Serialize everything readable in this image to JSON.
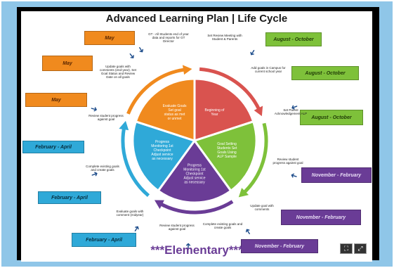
{
  "title": "Advanced Learning Plan | Life Cycle",
  "footer": "***Elementary***",
  "colors": {
    "frame": "#8fc6e8",
    "red": "#d9534f",
    "green": "#7ec13a",
    "purple": "#6a3c96",
    "cyan": "#2fa9d8",
    "orange": "#f08a1e"
  },
  "segments": [
    {
      "label": "Beginning of Year"
    },
    {
      "label": "Goal Setting Students Set Goals Using ALP Sample"
    },
    {
      "label": "Progress Monitoring 1st Checkpoint Adjust service as necessary"
    },
    {
      "label": "Progress Monitoring 1st Checkpoint Adjust service as necessary"
    },
    {
      "label": "Evaluate Goals Set goal status as met or unmet"
    }
  ],
  "boxes": [
    {
      "label": "May"
    },
    {
      "label": "May"
    },
    {
      "label": "May"
    },
    {
      "label": "February - April"
    },
    {
      "label": "February - April"
    },
    {
      "label": "February - April"
    },
    {
      "label": "August - October"
    },
    {
      "label": "August - October"
    },
    {
      "label": "August - October"
    },
    {
      "label": "November - February"
    },
    {
      "label": "November - February"
    },
    {
      "label": "November - February"
    }
  ],
  "steps": [
    {
      "text": "GT - All Students end of year data and reports for GT Director"
    },
    {
      "text": "Set Review Meeting with Student & Parents"
    },
    {
      "text": "Add goals in Campus for current school year"
    },
    {
      "text": "Set Parent Acknowledgement ALP"
    },
    {
      "text": "Review student progress against goal"
    },
    {
      "text": "Update goal with comments"
    },
    {
      "text": "Complete existing goals and create goals"
    },
    {
      "text": "Review student progress against goal"
    },
    {
      "text": "Evaluate goals with comment (midyear)"
    },
    {
      "text": "Complete existing goals and create goals"
    },
    {
      "text": "Review student progress against goal"
    },
    {
      "text": "Update goals with comments (end-year). Set Goal Status and Review Date on all goals"
    }
  ],
  "controls": {
    "expand": "⛶",
    "fullscreen": "⤢"
  }
}
